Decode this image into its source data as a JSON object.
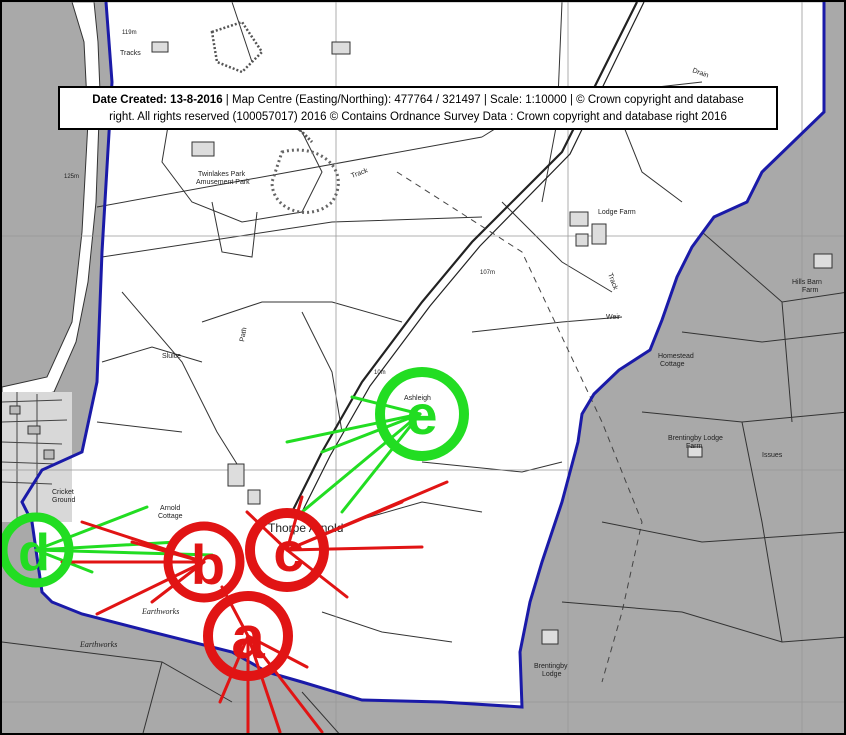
{
  "info": {
    "date_label": "Date Created:",
    "date_value": "13-8-2016",
    "line1_rest": " | Map Centre (Easting/Northing): 477764 / 321497 | Scale: 1:10000 | © Crown copyright and database",
    "line2": "right. All rights reserved (100057017) 2016 © Contains Ordnance Survey Data : Crown copyright and database right 2016"
  },
  "labels": {
    "twinlakes": "Twinlakes Park",
    "amusement": "Amusement Park",
    "lodge_farm": "Lodge Farm",
    "hills_barn": "Hills Barn",
    "farm1": "Farm",
    "homestead": "Homestead",
    "cottage1": "Cottage",
    "brentingby_lodge_farm": "Brentingby Lodge",
    "farm2": "Farm",
    "issues": "Issues",
    "weir": "Weir",
    "track1": "Track",
    "track2": "Track",
    "tracks": "Tracks",
    "drain": "Drain",
    "path": "Path",
    "sluice": "Sluice",
    "cricket1": "Cricket",
    "cricket2": "Ground",
    "arnold1": "Arnold",
    "arnold2": "Cottage",
    "ashleigh": "Ashleigh",
    "thorpe": "Thorpe Arnold",
    "earthworks1": "Earthworks",
    "earthworks2": "Earthworks",
    "brentingby1": "Brentingby",
    "brentingby2": "Lodge",
    "bm1": "119m",
    "bm2": "125m",
    "bm3": "107m",
    "bm4": "10m"
  },
  "markers": [
    {
      "letter": "a",
      "color": "#e11414"
    },
    {
      "letter": "b",
      "color": "#e11414"
    },
    {
      "letter": "c",
      "color": "#e11414"
    },
    {
      "letter": "d",
      "color": "#22dd22"
    },
    {
      "letter": "e",
      "color": "#22dd22"
    }
  ],
  "colors": {
    "boundary": "#1a1aa8",
    "outside": "#a9a9a9",
    "inside": "#ffffff"
  }
}
